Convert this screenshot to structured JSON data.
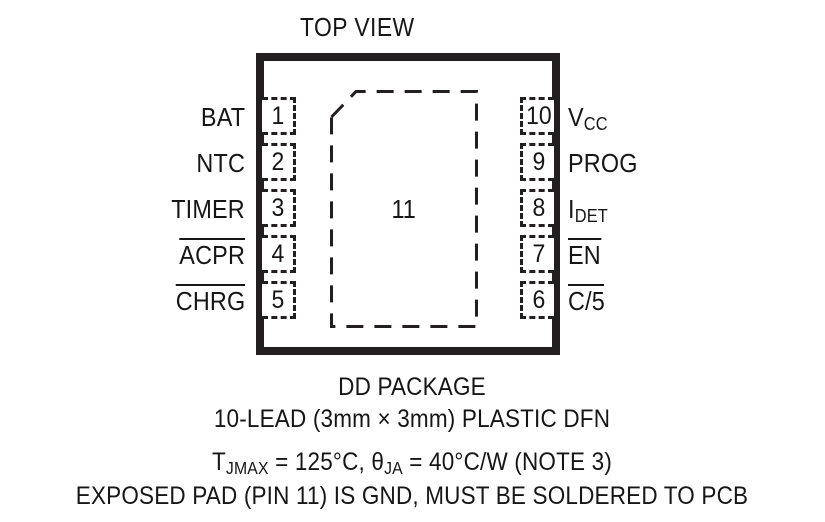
{
  "diagram": {
    "title": "TOP VIEW",
    "package_outline_color": "#231f20",
    "text_color": "#161616",
    "background_color": "#ffffff"
  },
  "pins": {
    "left": [
      {
        "number": "1",
        "label": "BAT",
        "overbar": false
      },
      {
        "number": "2",
        "label": "NTC",
        "overbar": false
      },
      {
        "number": "3",
        "label": "TIMER",
        "overbar": false
      },
      {
        "number": "4",
        "label": "ACPR",
        "overbar": true
      },
      {
        "number": "5",
        "label": "CHRG",
        "overbar": true
      }
    ],
    "right": [
      {
        "number": "10",
        "label": "VCC",
        "base": "V",
        "subscript": "CC",
        "overbar": false
      },
      {
        "number": "9",
        "label": "PROG",
        "base": "PROG",
        "subscript": "",
        "overbar": false
      },
      {
        "number": "8",
        "label": "IDET",
        "base": "I",
        "subscript": "DET",
        "overbar": false
      },
      {
        "number": "7",
        "label": "EN",
        "base": "EN",
        "subscript": "",
        "overbar": true
      },
      {
        "number": "6",
        "label": "C/5",
        "base": "C/5",
        "subscript": "",
        "overbar": true
      }
    ]
  },
  "exposed_pad": {
    "number": "11",
    "note": "EXPOSED PAD (PIN 11) IS GND, MUST BE SOLDERED TO PCB"
  },
  "captions": {
    "package_name": "DD PACKAGE",
    "lead_description": "10-LEAD (3mm × 3mm) PLASTIC DFN",
    "thermal_prefix": "T",
    "thermal_prefix_sub": "JMAX",
    "thermal_mid": " = 125°C, ",
    "theta_symbol": "θ",
    "theta_sub": "JA",
    "thermal_suffix": " = 40°C/W (NOTE 3)",
    "exposed_pad_note": "EXPOSED PAD (PIN 11) IS GND, MUST BE SOLDERED TO PCB"
  }
}
